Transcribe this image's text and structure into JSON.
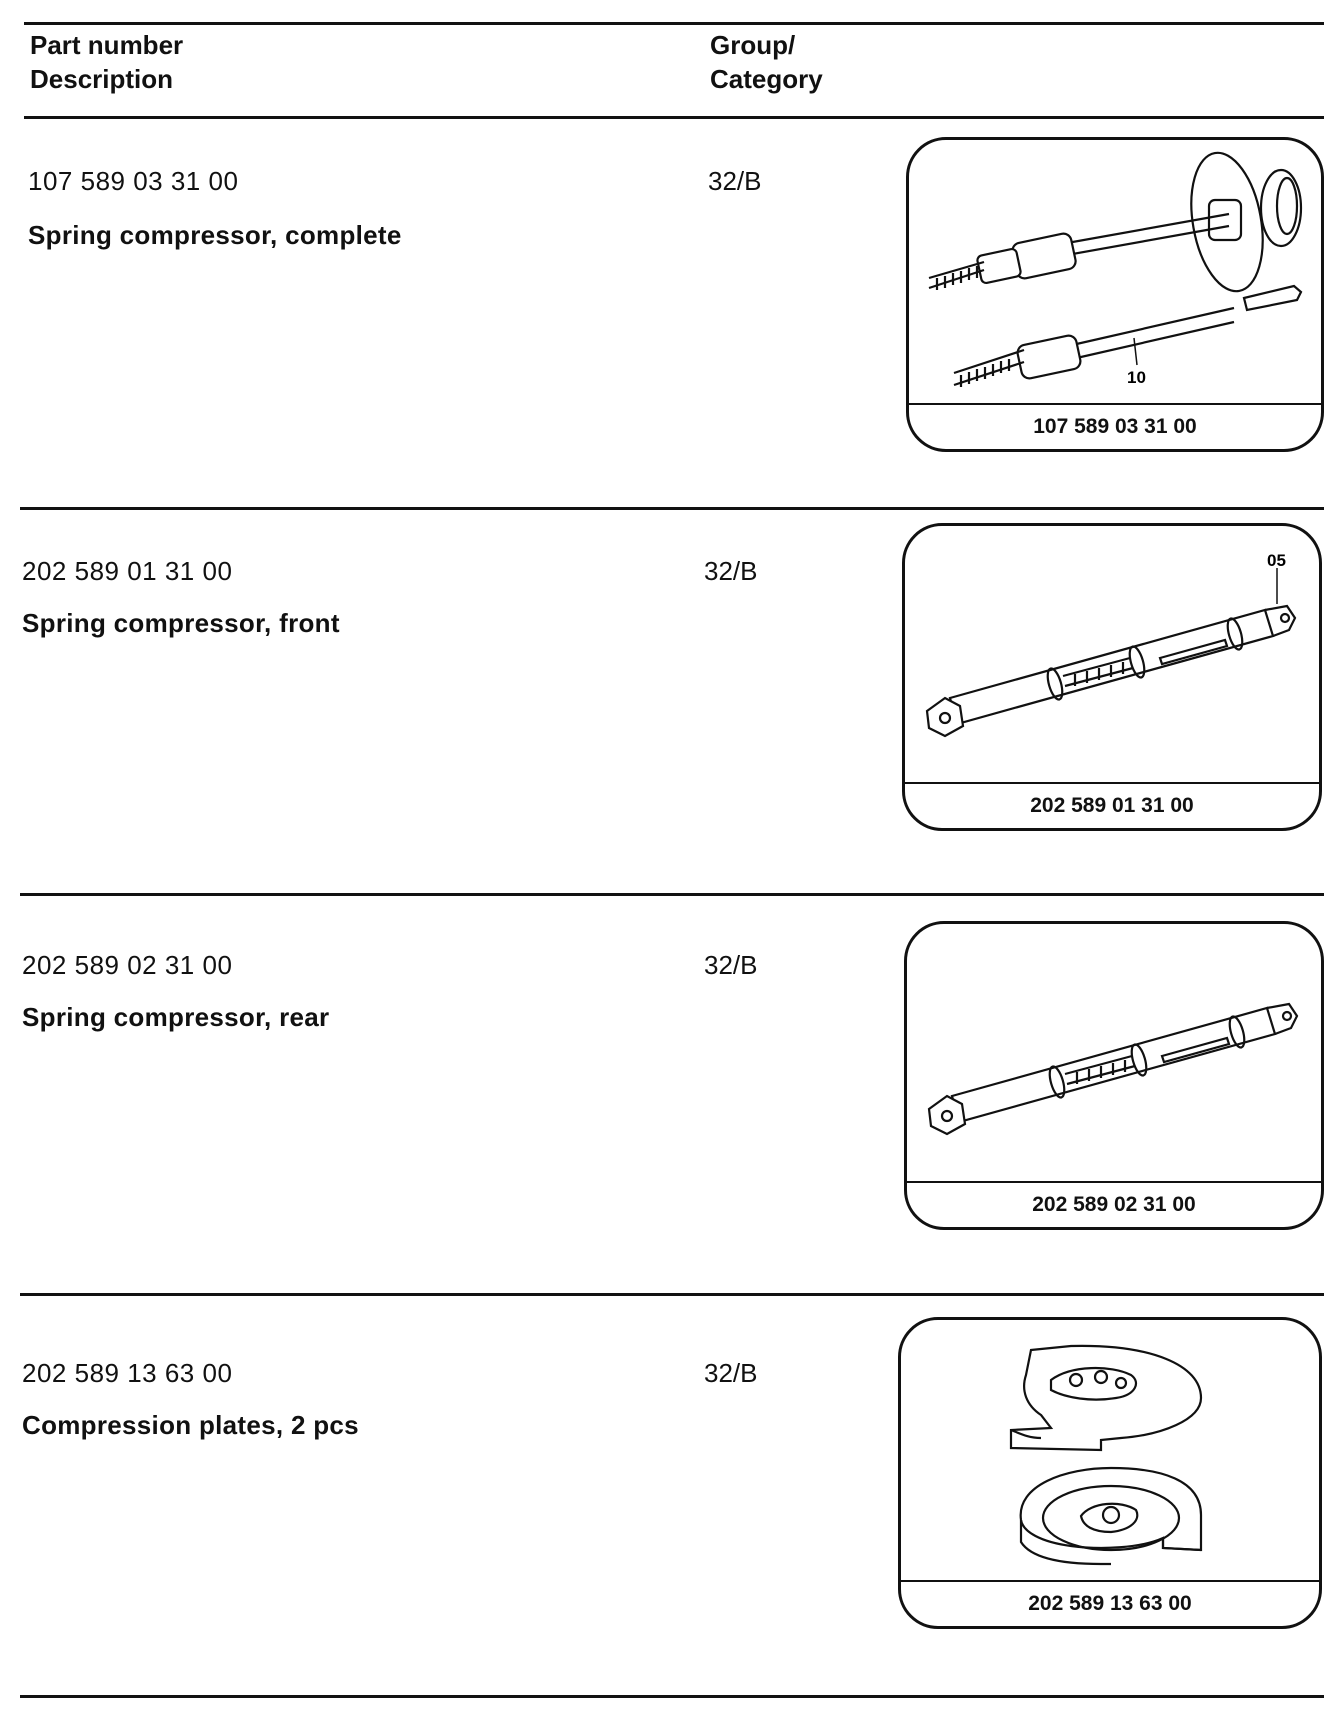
{
  "header": {
    "col1_line1": "Part number",
    "col1_line2": "Description",
    "col2_line1": "Group/",
    "col2_line2": "Category"
  },
  "entries": [
    {
      "part_number": "107 589 03 31 00",
      "description": "Spring compressor, complete",
      "category": "32/B",
      "figure_caption": "107 589 03 31 00",
      "callout": "10"
    },
    {
      "part_number": "202 589 01 31 00",
      "description": "Spring compressor, front",
      "category": "32/B",
      "figure_caption": "202 589 01 31 00",
      "callout": "05"
    },
    {
      "part_number": "202 589 02 31 00",
      "description": "Spring compressor, rear",
      "category": "32/B",
      "figure_caption": "202 589 02 31 00"
    },
    {
      "part_number": "202 589 13 63 00",
      "description": "Compression plates, 2 pcs",
      "category": "32/B",
      "figure_caption": "202 589 13 63 00"
    }
  ]
}
